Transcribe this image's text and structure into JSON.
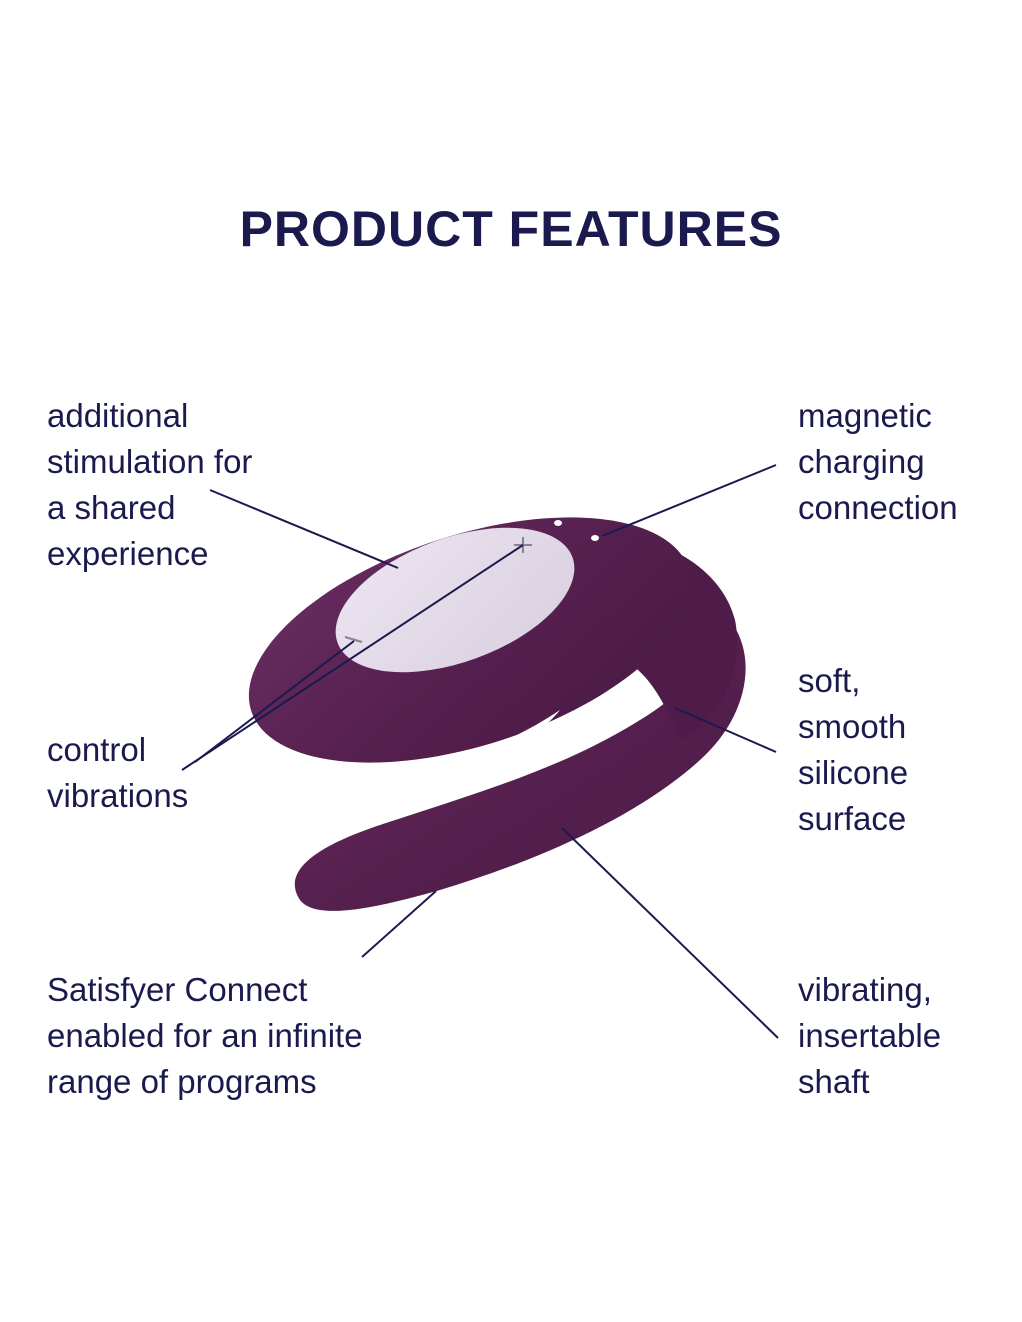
{
  "colors": {
    "ink": "#1a1a4e",
    "product_purple": "#56204f",
    "product_highlight": "#6e3468",
    "control_pad": "#e4dbe9",
    "leader_line": "#1a1a4e"
  },
  "header": {
    "title": "PRODUCT FEATURES"
  },
  "features": [
    {
      "id": "additional-stimulation",
      "lines": [
        "additional",
        "stimulation for",
        "a shared",
        "experience"
      ]
    },
    {
      "id": "magnetic-charging",
      "lines": [
        "magnetic",
        "charging",
        "connection"
      ]
    },
    {
      "id": "control-vibrations",
      "lines": [
        "control",
        "vibrations"
      ]
    },
    {
      "id": "silicone-surface",
      "lines": [
        "soft,",
        "smooth",
        "silicone",
        "surface"
      ]
    },
    {
      "id": "app-connect",
      "lines": [
        "Satisfyer Connect",
        "enabled for an infinite",
        "range of programs"
      ]
    },
    {
      "id": "insertable-shaft",
      "lines": [
        "vibrating,",
        "insertable",
        "shaft"
      ]
    }
  ]
}
